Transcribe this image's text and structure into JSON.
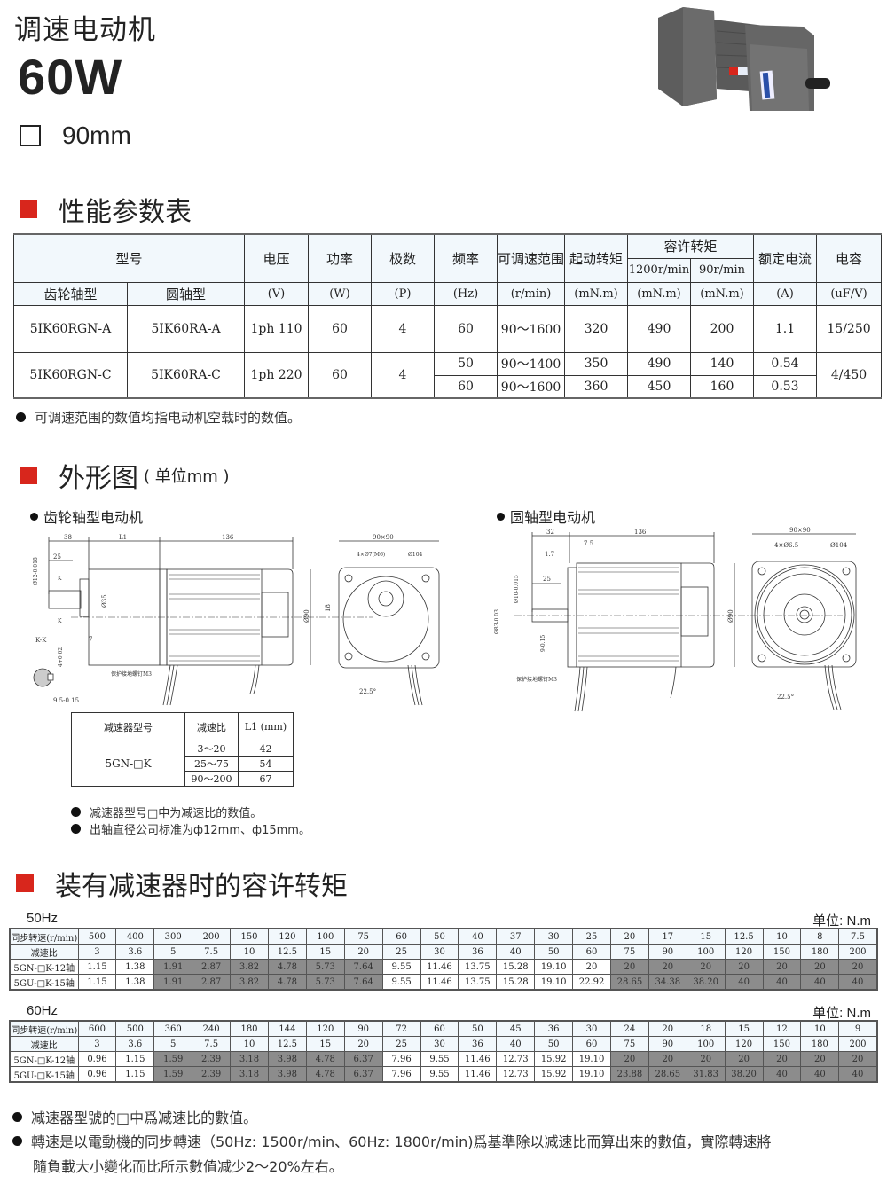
{
  "header": {
    "title": "调速电动机",
    "power": "60W",
    "frame_size": "90mm"
  },
  "section1": {
    "title": "性能参数表"
  },
  "spec_table": {
    "h_model": "型号",
    "h_voltage": "电压",
    "h_power": "功率",
    "h_poles": "极数",
    "h_freq": "频率",
    "h_speed": "可调速范围",
    "h_start": "起动转矩",
    "h_allow": "容许转矩",
    "h_allow1": "1200r/min",
    "h_allow2": "90r/min",
    "h_current": "额定电流",
    "h_cap": "电容",
    "u_gear": "齿轮轴型",
    "u_round": "圆轴型",
    "u_v": "(V)",
    "u_w": "(W)",
    "u_p": "(P)",
    "u_hz": "(Hz)",
    "u_rpm": "(r/min)",
    "u_mnm1": "(mN.m)",
    "u_mnm2": "(mN.m)",
    "u_mnm3": "(mN.m)",
    "u_a": "(A)",
    "u_cap": "(uF/V)",
    "rowA": {
      "gear": "5IK60RGN-A",
      "round": "5IK60RA-A",
      "voltage": "1ph 110",
      "power": "60",
      "poles": "4",
      "freq": "60",
      "speed": "90～1600",
      "start": "320",
      "t1200": "490",
      "t90": "200",
      "current": "1.1",
      "cap": "15/250"
    },
    "rowC": {
      "gear": "5IK60RGN-C",
      "round": "5IK60RA-C",
      "voltage": "1ph 220",
      "power": "60",
      "poles": "4",
      "cap": "4/450",
      "sub": [
        {
          "freq": "50",
          "speed": "90～1400",
          "start": "350",
          "t1200": "490",
          "t90": "140",
          "current": "0.54"
        },
        {
          "freq": "60",
          "speed": "90～1600",
          "start": "360",
          "t1200": "450",
          "t90": "160",
          "current": "0.53"
        }
      ]
    }
  },
  "note1": "可调速范围的数值均指电动机空载时的数值。",
  "section2": {
    "title": "外形图",
    "unit": "( 单位mm )"
  },
  "drawings": {
    "gear_title": "齿轮轴型电动机",
    "round_title": "圆轴型电动机",
    "gear": {
      "d38": "38",
      "dL1": "L1",
      "d136": "136",
      "d25": "25",
      "d12": "Ø12-0.018",
      "d35": "Ø35",
      "d90": "Ø90",
      "d7": "7",
      "kk": "K-K",
      "k": "K",
      "d4": "4+0.02",
      "d95": "9.5-0.15",
      "screw": "保护接地螺钉M3",
      "f90": "90×90",
      "holes": "4×Ø7(M6)",
      "d104": "Ø104",
      "d18": "18",
      "ang": "22.5°"
    },
    "round": {
      "d32": "32",
      "d136": "136",
      "d75": "7.5",
      "d17": "1.7",
      "d25": "25",
      "d10": "Ø10-0.015",
      "d83": "Ø83-0.03",
      "d9": "9-0.15",
      "d90": "Ø90",
      "screw": "保护接地螺钉M3",
      "f90": "90×90",
      "holes": "4×Ø6.5",
      "d104": "Ø104",
      "ang": "22.5°"
    }
  },
  "reducer_table": {
    "h_model": "减速器型号",
    "h_ratio": "减速比",
    "h_l1": "L1 (mm)",
    "model": "5GN-□K",
    "rows": [
      {
        "ratio": "3～20",
        "l1": "42"
      },
      {
        "ratio": "25～75",
        "l1": "54"
      },
      {
        "ratio": "90～200",
        "l1": "67"
      }
    ]
  },
  "notes2": [
    "减速器型号□中为减速比的数值。",
    "出轴直径公司标准为ф12mm、ф15mm。"
  ],
  "section3": {
    "title": "装有减速器时的容许转矩"
  },
  "torque_tables": [
    {
      "freq": "50Hz",
      "unit": "单位: N.m",
      "shaded_cols": [
        2,
        3,
        4,
        5,
        6,
        7,
        14,
        15,
        16,
        17,
        18,
        19,
        20
      ],
      "rows": [
        {
          "label": "同步转速(r/min)",
          "values": [
            "500",
            "400",
            "300",
            "200",
            "150",
            "120",
            "100",
            "75",
            "60",
            "50",
            "40",
            "37",
            "30",
            "25",
            "20",
            "17",
            "15",
            "12.5",
            "10",
            "8",
            "7.5"
          ]
        },
        {
          "label": "减速比",
          "values": [
            "3",
            "3.6",
            "5",
            "7.5",
            "10",
            "12.5",
            "15",
            "20",
            "25",
            "30",
            "36",
            "40",
            "50",
            "60",
            "75",
            "90",
            "100",
            "120",
            "150",
            "180",
            "200"
          ]
        },
        {
          "label": "5GN-□K-12轴",
          "values": [
            "1.15",
            "1.38",
            "1.91",
            "2.87",
            "3.82",
            "4.78",
            "5.73",
            "7.64",
            "9.55",
            "11.46",
            "13.75",
            "15.28",
            "19.10",
            "20",
            "20",
            "20",
            "20",
            "20",
            "20",
            "20",
            "20"
          ]
        },
        {
          "label": "5GU-□K-15轴",
          "values": [
            "1.15",
            "1.38",
            "1.91",
            "2.87",
            "3.82",
            "4.78",
            "5.73",
            "7.64",
            "9.55",
            "11.46",
            "13.75",
            "15.28",
            "19.10",
            "22.92",
            "28.65",
            "34.38",
            "38.20",
            "40",
            "40",
            "40",
            "40"
          ]
        }
      ]
    },
    {
      "freq": "60Hz",
      "unit": "单位: N.m",
      "shaded_cols": [
        2,
        3,
        4,
        5,
        6,
        7,
        14,
        15,
        16,
        17,
        18,
        19,
        20
      ],
      "rows": [
        {
          "label": "同步转速(r/min)",
          "values": [
            "600",
            "500",
            "360",
            "240",
            "180",
            "144",
            "120",
            "90",
            "72",
            "60",
            "50",
            "45",
            "36",
            "30",
            "24",
            "20",
            "18",
            "15",
            "12",
            "10",
            "9"
          ]
        },
        {
          "label": "减速比",
          "values": [
            "3",
            "3.6",
            "5",
            "7.5",
            "10",
            "12.5",
            "15",
            "20",
            "25",
            "30",
            "36",
            "40",
            "50",
            "60",
            "75",
            "90",
            "100",
            "120",
            "150",
            "180",
            "200"
          ]
        },
        {
          "label": "5GN-□K-12轴",
          "values": [
            "0.96",
            "1.15",
            "1.59",
            "2.39",
            "3.18",
            "3.98",
            "4.78",
            "6.37",
            "7.96",
            "9.55",
            "11.46",
            "12.73",
            "15.92",
            "19.10",
            "20",
            "20",
            "20",
            "20",
            "20",
            "20",
            "20"
          ]
        },
        {
          "label": "5GU-□K-15轴",
          "values": [
            "0.96",
            "1.15",
            "1.59",
            "2.39",
            "3.18",
            "3.98",
            "4.78",
            "6.37",
            "7.96",
            "9.55",
            "11.46",
            "12.73",
            "15.92",
            "19.10",
            "23.88",
            "28.65",
            "31.83",
            "38.20",
            "40",
            "40",
            "40"
          ]
        }
      ]
    }
  ],
  "notes3": [
    "减速器型號的□中爲减速比的數值。",
    "轉速是以電動機的同步轉速（50Hz: 1500r/min、60Hz: 1800r/min)爲基準除以减速比而算出來的數值，實際轉速將",
    "隨負載大小變化而比所示數值减少2～20%左右。"
  ],
  "colors": {
    "accent": "#d8261c",
    "shade": "#8c8c8c",
    "header_bg": "#f2f8fc"
  }
}
